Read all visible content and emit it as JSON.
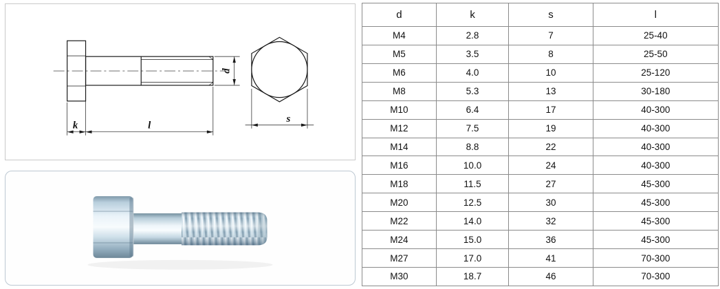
{
  "table": {
    "headers": [
      "d",
      "k",
      "s",
      "l"
    ],
    "rows": [
      [
        "M4",
        "2.8",
        "7",
        "25-40"
      ],
      [
        "M5",
        "3.5",
        "8",
        "25-50"
      ],
      [
        "M6",
        "4.0",
        "10",
        "25-120"
      ],
      [
        "M8",
        "5.3",
        "13",
        "30-180"
      ],
      [
        "M10",
        "6.4",
        "17",
        "40-300"
      ],
      [
        "M12",
        "7.5",
        "19",
        "40-300"
      ],
      [
        "M14",
        "8.8",
        "22",
        "40-300"
      ],
      [
        "M16",
        "10.0",
        "24",
        "40-300"
      ],
      [
        "M18",
        "11.5",
        "27",
        "45-300"
      ],
      [
        "M20",
        "12.5",
        "30",
        "45-300"
      ],
      [
        "M22",
        "14.0",
        "32",
        "45-300"
      ],
      [
        "M24",
        "15.0",
        "36",
        "45-300"
      ],
      [
        "M27",
        "17.0",
        "41",
        "70-300"
      ],
      [
        "M30",
        "18.7",
        "46",
        "70-300"
      ]
    ]
  },
  "diagram": {
    "labels": {
      "head_height": "k",
      "length": "l",
      "diameter": "d",
      "width_across_flats": "s"
    }
  },
  "colors": {
    "table_border": "#8a8a8a",
    "drawing_border": "#c9c9c9",
    "photo_border": "#bdc8d2",
    "drawing_line": "#1a1a1a",
    "zinc_light": "#eef6fb",
    "zinc_mid": "#b9cfdd",
    "zinc_dark": "#6d8798"
  }
}
